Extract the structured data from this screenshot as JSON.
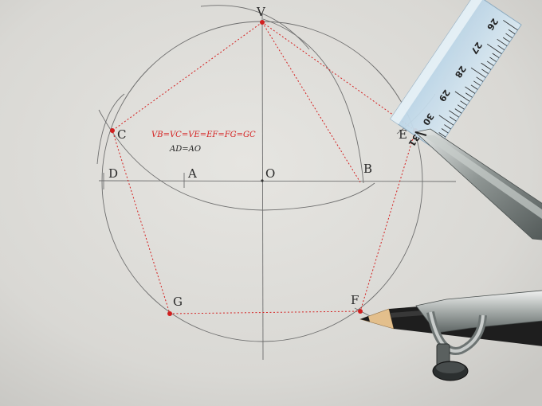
{
  "points": {
    "V": "V",
    "C": "C",
    "E": "E",
    "D": "D",
    "A": "A",
    "O": "O",
    "B": "B",
    "G": "G",
    "F": "F"
  },
  "equations": {
    "chord_equality": "VB=VC=VE=EF=FG=GC",
    "segment_equality": "AD=AO"
  },
  "ruler": {
    "marks": [
      "26",
      "27",
      "28",
      "29",
      "30",
      "31"
    ]
  },
  "colors": {
    "paper": "#dcdbd7",
    "pencil_line": "#6e6e6e",
    "construction_red": "#d42020",
    "ruler_blue": "#9bbfd8"
  },
  "objects": {
    "compass": "drafting-compass",
    "pencil": "pencil",
    "ruler": "transparent-ruler"
  }
}
